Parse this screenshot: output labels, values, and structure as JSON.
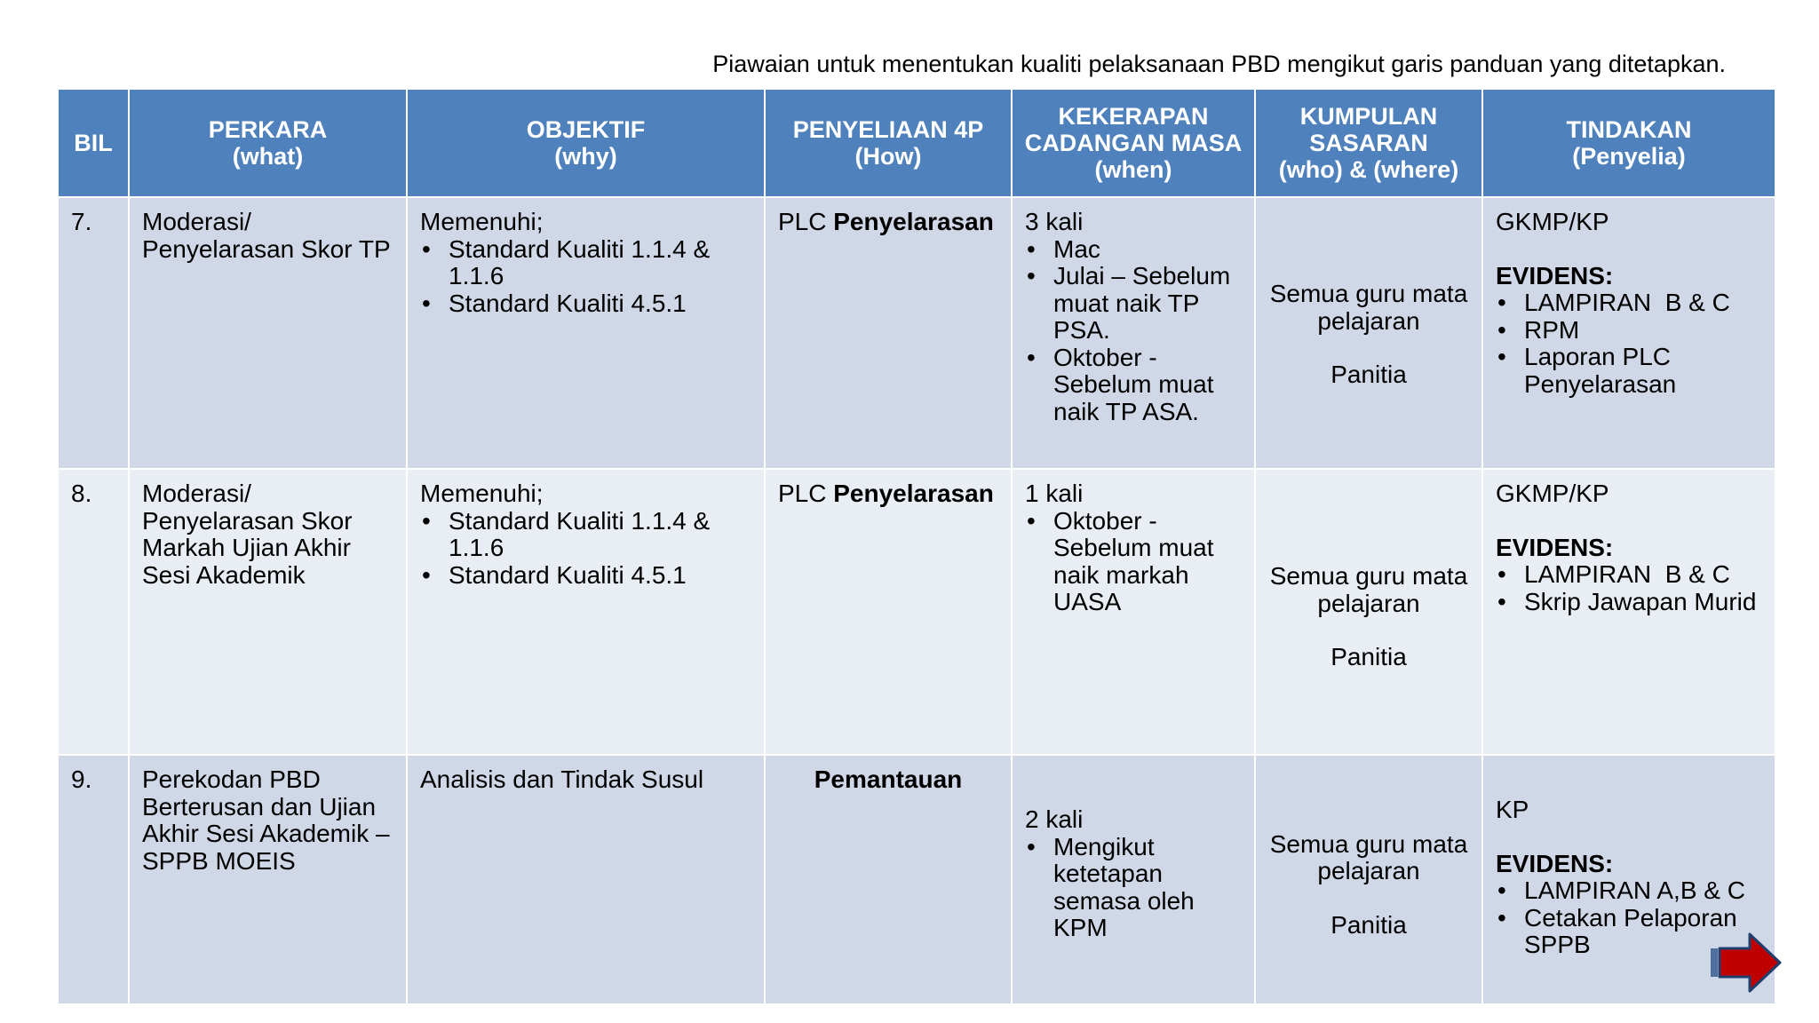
{
  "subtitle": "Piawaian untuk menentukan kualiti pelaksanaan PBD mengikut garis panduan yang ditetapkan.",
  "table": {
    "headers": [
      {
        "lines": [
          "BIL"
        ]
      },
      {
        "lines": [
          "PERKARA",
          "(what)"
        ]
      },
      {
        "lines": [
          "OBJEKTIF",
          "(why)"
        ]
      },
      {
        "lines": [
          "PENYELIAAN 4P",
          "(How)"
        ]
      },
      {
        "lines": [
          "KEKERAPAN",
          "CADANGAN MASA",
          "(when)"
        ]
      },
      {
        "lines": [
          "KUMPULAN",
          "SASARAN",
          "(who) & (where)"
        ]
      },
      {
        "lines": [
          "TINDAKAN",
          "(Penyelia)"
        ]
      }
    ],
    "rows": [
      {
        "bil": "7.",
        "perkara": [
          "Moderasi/",
          "Penyelarasan Skor TP"
        ],
        "objektif_intro": "Memenuhi;",
        "objektif_items": [
          "Standard Kualiti 1.1.4 & 1.1.6",
          "Standard Kualiti 4.5.1"
        ],
        "penyeliaan_prefix": "PLC ",
        "penyeliaan_bold": "Penyelarasan",
        "kekerapan_intro": "3 kali",
        "kekerapan_items": [
          "Mac",
          "Julai – Sebelum muat naik TP PSA.",
          "Oktober - Sebelum muat naik TP ASA."
        ],
        "kumpulan_main": [
          "Semua guru mata",
          "pelajaran"
        ],
        "kumpulan_sub": "Panitia",
        "tindakan_head": "GKMP/KP",
        "evidens_label": "EVIDENS:",
        "evidens_items": [
          "LAMPIRAN  B & C",
          "RPM",
          "Laporan PLC Penyelarasan"
        ]
      },
      {
        "bil": "8.",
        "perkara": [
          "Moderasi/",
          "Penyelarasan Skor",
          "Markah Ujian Akhir",
          "Sesi Akademik"
        ],
        "objektif_intro": "Memenuhi;",
        "objektif_items": [
          "Standard Kualiti 1.1.4 & 1.1.6",
          "Standard Kualiti 4.5.1"
        ],
        "penyeliaan_prefix": "PLC ",
        "penyeliaan_bold": "Penyelarasan",
        "kekerapan_intro": "1 kali",
        "kekerapan_items": [
          "Oktober - Sebelum muat naik markah UASA"
        ],
        "kumpulan_main": [
          "Semua guru mata",
          "pelajaran"
        ],
        "kumpulan_sub": "Panitia",
        "tindakan_head": "GKMP/KP",
        "evidens_label": "EVIDENS:",
        "evidens_items": [
          "LAMPIRAN  B & C",
          "Skrip Jawapan Murid"
        ]
      },
      {
        "bil": "9.",
        "perkara": [
          "Perekodan PBD",
          "Berterusan dan Ujian",
          "Akhir Sesi Akademik –",
          "SPPB MOEIS"
        ],
        "objektif_text": "Analisis dan Tindak Susul",
        "penyeliaan_bold": "Pemantauan",
        "kekerapan_intro": "2 kali",
        "kekerapan_items": [
          "Mengikut ketetapan semasa oleh KPM"
        ],
        "kumpulan_main": [
          "Semua guru mata",
          "pelajaran"
        ],
        "kumpulan_sub": "Panitia",
        "tindakan_head": "KP",
        "evidens_label": "EVIDENS:",
        "evidens_items": [
          "LAMPIRAN A,B & C",
          "Cetakan Pelaporan SPPB"
        ]
      }
    ]
  },
  "nav": {
    "icon": "next-arrow-icon",
    "color": "#c00000"
  }
}
